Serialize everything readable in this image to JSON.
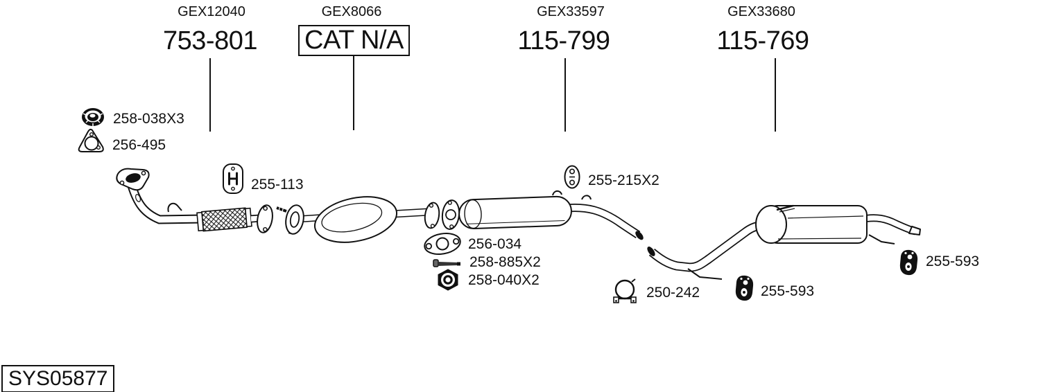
{
  "header": {
    "sections": [
      {
        "ref": "GEX12040",
        "part": "753-801",
        "boxed": false
      },
      {
        "ref": "GEX8066",
        "part": "CAT N/A",
        "boxed": true
      },
      {
        "ref": "GEX33597",
        "part": "115-799",
        "boxed": false
      },
      {
        "ref": "GEX33680",
        "part": "115-769",
        "boxed": false
      }
    ]
  },
  "components": {
    "flange_nut": {
      "label": "258-038X3",
      "icon": "flange-nut-icon"
    },
    "front_gasket": {
      "label": "256-495",
      "icon": "triangular-gasket-icon"
    },
    "front_hanger": {
      "label": "255-113",
      "icon": "rubber-hanger-icon"
    },
    "mid_gasket": {
      "label": "256-034",
      "icon": "oval-gasket-icon"
    },
    "bolt": {
      "label": "258-885X2",
      "icon": "bolt-icon"
    },
    "hex_nut": {
      "label": "258-040X2",
      "icon": "hex-nut-icon"
    },
    "mid_hanger": {
      "label": "255-215X2",
      "icon": "oval-hanger-icon"
    },
    "clamp": {
      "label": "250-242",
      "icon": "clamp-icon"
    },
    "rear_mount_mid": {
      "label": "255-593",
      "icon": "rubber-mount-icon"
    },
    "rear_mount_tail": {
      "label": "255-593",
      "icon": "rubber-mount-icon"
    }
  },
  "footer": {
    "system_id": "SYS05877"
  },
  "colors": {
    "ink": "#111111",
    "background": "#ffffff"
  }
}
